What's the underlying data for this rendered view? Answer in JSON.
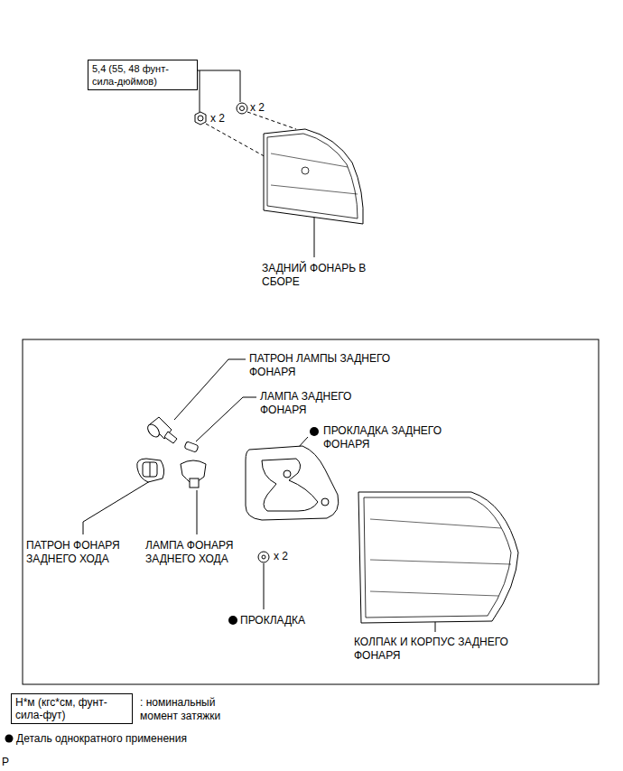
{
  "diagram": {
    "nodes": [
      {
        "text": [
          "5,4 (55, 48 фунт-сила-дюймов)"
        ]
      },
      {
        "text": [
          "Н*м (кгс*см, фунт-сила-фут)"
        ]
      }
    ],
    "labels": [
      "x 2",
      "x 2",
      "ЗАДНИЙ ФОНАРЬ В СБОРЕ",
      "ПАТРОН ЛАМПЫ ЗАДНЕГО ФОНАРЯ",
      "ЛАМПА ЗАДНЕГО ФОНАРЯ",
      "ПРОКЛАДКА ЗАДНЕГО ФОНАРЯ",
      "ПАТРОН ФОНАРЯ ЗАДНЕГО ХОДА",
      "ЛАМПА ФОНАРЯ ЗАДНЕГО ХОДА",
      "x 2",
      "ПРОКЛАДКА",
      "КОЛПАК И КОРПУС ЗАДНЕГО ФОНАРЯ",
      "P"
    ],
    "legend": [
      {
        "text": ": номинальный момент затяжки"
      },
      {
        "text": "Деталь однократного применения"
      }
    ]
  }
}
